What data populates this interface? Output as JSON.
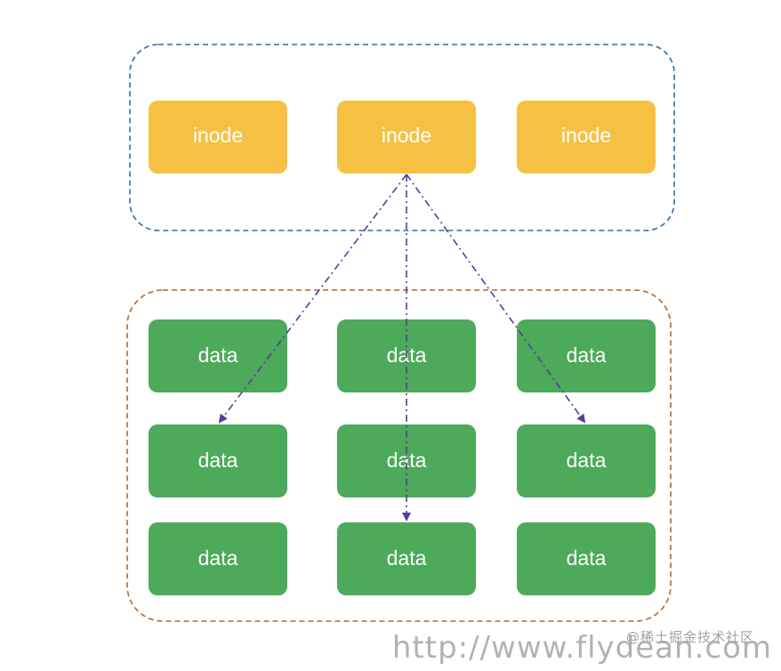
{
  "colors": {
    "inode_fill": "#F6C143",
    "data_fill": "#4CAA5A",
    "top_group_border": "#2E6DA4",
    "bottom_group_border": "#B5652A",
    "arrow": "#5B3A9A"
  },
  "inode_row": {
    "labels": [
      "inode",
      "inode",
      "inode"
    ]
  },
  "data_grid": {
    "rows": [
      [
        "data",
        "data",
        "data"
      ],
      [
        "data",
        "data",
        "data"
      ],
      [
        "data",
        "data",
        "data"
      ]
    ]
  },
  "watermark": {
    "url": "http://www.flydean.com",
    "credit": "@稀土掘金技术社区"
  }
}
